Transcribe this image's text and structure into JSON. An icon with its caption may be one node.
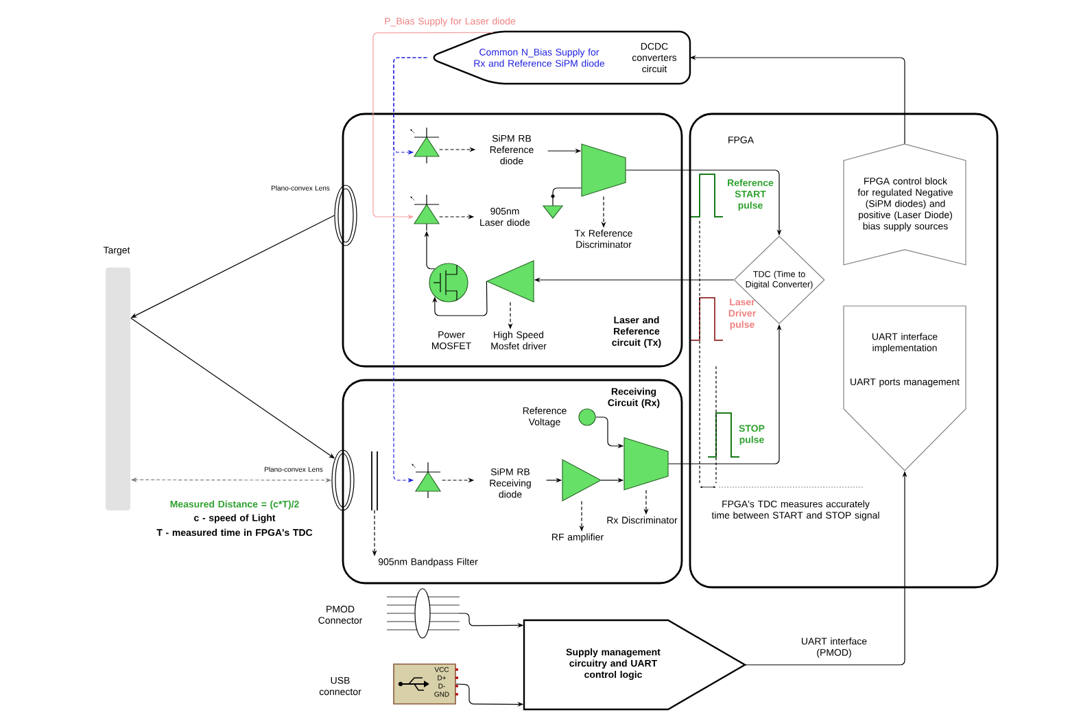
{
  "diagram": {
    "nodes": [
      {
        "text": [
          "Common N_Bias Supply for Rx and Reference SiPM diode",
          "DCDC converters circuit"
        ]
      },
      {
        "text": [
          "Laser and Reference circuit (Tx)"
        ]
      },
      {
        "text": [],
        "shape": "picture",
        "in": 1
      },
      {
        "text": [
          "SiPM RB Reference diode"
        ],
        "in": 1
      },
      {
        "text": [],
        "shape": "picture",
        "in": 1
      },
      {
        "text": [
          "905nm Laser diode"
        ],
        "in": 1
      },
      {
        "text": [],
        "shape": "trapezoid",
        "in": 1
      },
      {
        "text": [
          "Tx Reference Discriminator"
        ],
        "in": 1
      },
      {
        "text": [],
        "shape": "circle",
        "in": 1,
        "beside": [
          "Power MOSFET"
        ]
      },
      {
        "text": [],
        "shape": "triangle",
        "in": 1
      },
      {
        "text": [
          "High Speed Mosfet driver"
        ],
        "in": 1
      },
      {
        "text": [
          "FPGA"
        ]
      },
      {
        "text": [
          "TDC (Time to Digital Converter)"
        ],
        "in": 11
      },
      {
        "text": [
          "FPGA control block for regulated Negative (SiPM diodes) and positive (Laser Diode) bias supply sources"
        ],
        "in": 11
      },
      {
        "text": [
          "UART interface implementation",
          "UART ports management"
        ],
        "in": 11
      },
      {
        "text": [
          "Receiving Circuit (Rx)"
        ]
      },
      {
        "text": [],
        "shape": "circle",
        "in": 15,
        "beside": [
          "Reference Voltage"
        ]
      },
      {
        "text": [],
        "shape": "picture",
        "in": 15
      },
      {
        "text": [
          "SiPM RB Receiving diode"
        ],
        "in": 15
      },
      {
        "text": [],
        "shape": "triangle",
        "in": 15
      },
      {
        "text": [
          "RF amplifier"
        ],
        "in": 15
      },
      {
        "text": [],
        "shape": "trapezoid",
        "in": 15
      },
      {
        "text": [
          "Rx Discriminator"
        ],
        "in": 15
      },
      {
        "text": [],
        "shape": "bar",
        "in": 15
      },
      {
        "text": [
          "905nm Bandpass Filter"
        ],
        "in": 15
      },
      {
        "text": [],
        "shape": "ellipse",
        "beside": [
          "Plano-convex Lens"
        ]
      },
      {
        "text": [],
        "shape": "ellipse",
        "beside": [
          "Plano-convex Lens"
        ]
      },
      {
        "text": [],
        "shape": "bar",
        "beside": [
          "Target"
        ]
      },
      {
        "text": [],
        "shape": "picture",
        "beside": [
          "PMOD Connector"
        ]
      },
      {
        "text": [],
        "shape": "picture",
        "beside": [
          "USB connector"
        ]
      },
      {
        "text": [
          "Supply management circuitry and UART control logic"
        ]
      },
      {
        "text": [],
        "shape": "picture",
        "in": 1
      }
    ],
    "edges": [
      {
        "from": 0,
        "to": 2,
        "arrow": "to",
        "style": "dashed",
        "color": "#2020e0"
      },
      {
        "from": 0,
        "to": 17,
        "arrow": "to",
        "style": "dashed",
        "color": "#2020e0"
      },
      {
        "from": 0,
        "to": 4,
        "arrow": "to",
        "color": "#f4a0a0",
        "label": "P_Bias Supply for Laser diode"
      },
      {
        "from": 2,
        "to": 3,
        "arrow": "to",
        "style": "dashed"
      },
      {
        "from": 4,
        "to": 5,
        "arrow": "to",
        "style": "dashed"
      },
      {
        "from": 3,
        "to": 6,
        "arrow": "to"
      },
      {
        "from": 6,
        "to": 7,
        "arrow": "to",
        "style": "dashed"
      },
      {
        "from": 6,
        "to": 12,
        "arrow": "to"
      },
      {
        "from": 12,
        "to": 9,
        "arrow": "to"
      },
      {
        "from": 9,
        "to": 8,
        "arrow": "to"
      },
      {
        "from": 8,
        "to": 4,
        "arrow": "to"
      },
      {
        "from": 9,
        "to": 10,
        "arrow": "to",
        "style": "dashed"
      },
      {
        "from": 13,
        "to": 0,
        "arrow": "to"
      },
      {
        "from": 17,
        "to": 18,
        "arrow": "to",
        "style": "dashed"
      },
      {
        "from": 18,
        "to": 19,
        "arrow": "to"
      },
      {
        "from": 19,
        "to": 21,
        "arrow": "to"
      },
      {
        "from": 16,
        "to": 21,
        "arrow": "to"
      },
      {
        "from": 19,
        "to": 20,
        "arrow": "to",
        "style": "dashed"
      },
      {
        "from": 21,
        "to": 22,
        "arrow": "to",
        "style": "dashed"
      },
      {
        "from": 21,
        "to": 12,
        "arrow": "to"
      },
      {
        "from": 23,
        "to": 24,
        "arrow": "to",
        "style": "dashed"
      },
      {
        "from": 25,
        "to": 27,
        "arrow": "to"
      },
      {
        "from": 27,
        "to": 26,
        "arrow": "to"
      },
      {
        "from": 28,
        "to": 30,
        "arrow": "to"
      },
      {
        "from": 29,
        "to": 30,
        "arrow": "to"
      },
      {
        "from": 30,
        "to": 14,
        "arrow": "to",
        "label": "UART interface (PMOD)"
      },
      {
        "from": 31,
        "to": 6,
        "arrow": "none"
      },
      {
        "from": 27,
        "to": 26,
        "arrow": "both",
        "style": "dashed",
        "color": "#808080"
      }
    ],
    "labels": [
      "Reference START pulse",
      "Laser Driver pulse",
      "STOP pulse",
      "FPGA's TDC measures accurately time between START and STOP signal",
      "Measured Distance = (c*T)/2",
      "c - speed of Light",
      "T - measured time in FPGA's TDC",
      "VCC",
      "D+",
      "D-",
      "GND"
    ]
  }
}
